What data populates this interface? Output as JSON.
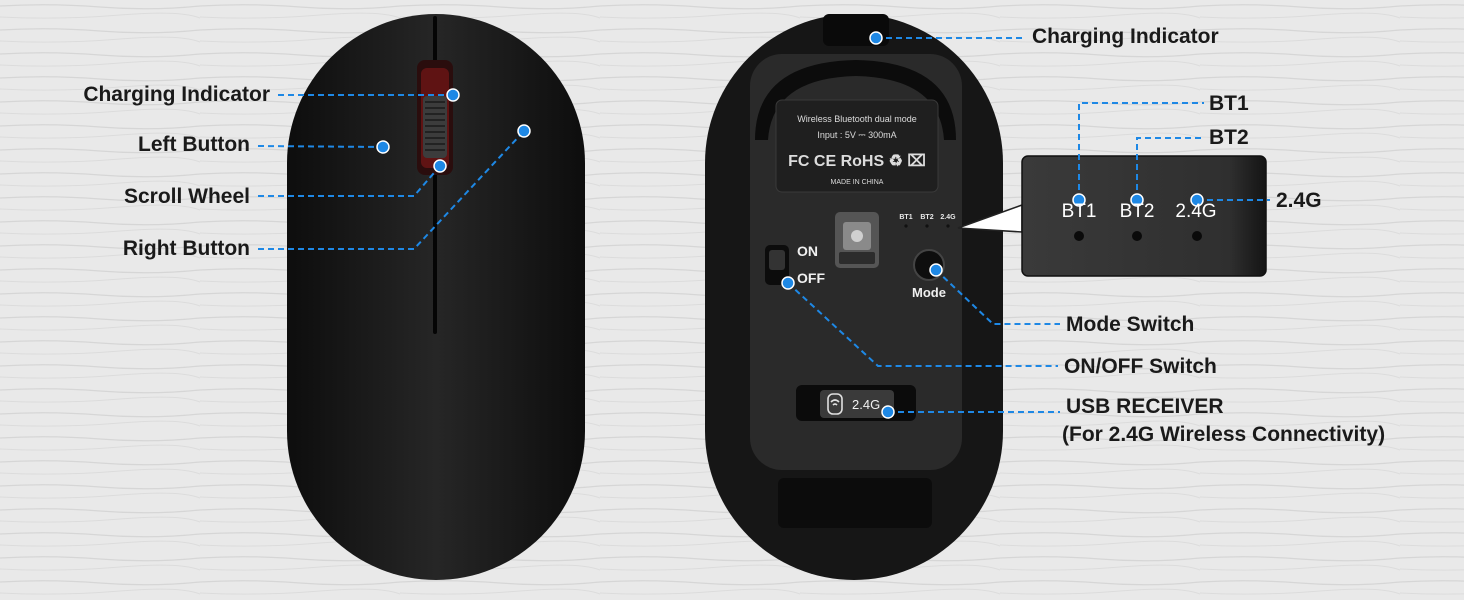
{
  "colors": {
    "background": "#e9e9e9",
    "mouse_body": "#1c1c1c",
    "callout_line": "#1e88e5",
    "label_text": "#1a1a1a",
    "scroll_accent": "#c0392b"
  },
  "top_view": {
    "labels": {
      "charging_indicator": "Charging Indicator",
      "left_button": "Left Button",
      "scroll_wheel": "Scroll Wheel",
      "right_button": "Right Button"
    }
  },
  "bottom_view": {
    "sticker": {
      "line1": "Wireless Bluetooth dual mode",
      "line2": "Input : 5V ⎓ 300mA",
      "marks": "FC CE RoHS ♻ ⌧",
      "line3": "MADE IN CHINA"
    },
    "switch_on": "ON",
    "switch_off": "OFF",
    "mode_button_label": "Mode",
    "mini_leds": [
      "BT1",
      "BT2",
      "2.4G"
    ],
    "receiver_label": "2.4G",
    "labels": {
      "charging_indicator": "Charging Indicator",
      "bt1": "BT1",
      "bt2": "BT2",
      "g24": "2.4G",
      "mode_switch": "Mode Switch",
      "onoff_switch": "ON/OFF Switch",
      "usb_receiver": "USB RECEIVER",
      "usb_receiver_sub": "(For 2.4G Wireless Connectivity)"
    },
    "zoom_panel": {
      "leds": [
        "BT1",
        "BT2",
        "2.4G"
      ]
    }
  }
}
